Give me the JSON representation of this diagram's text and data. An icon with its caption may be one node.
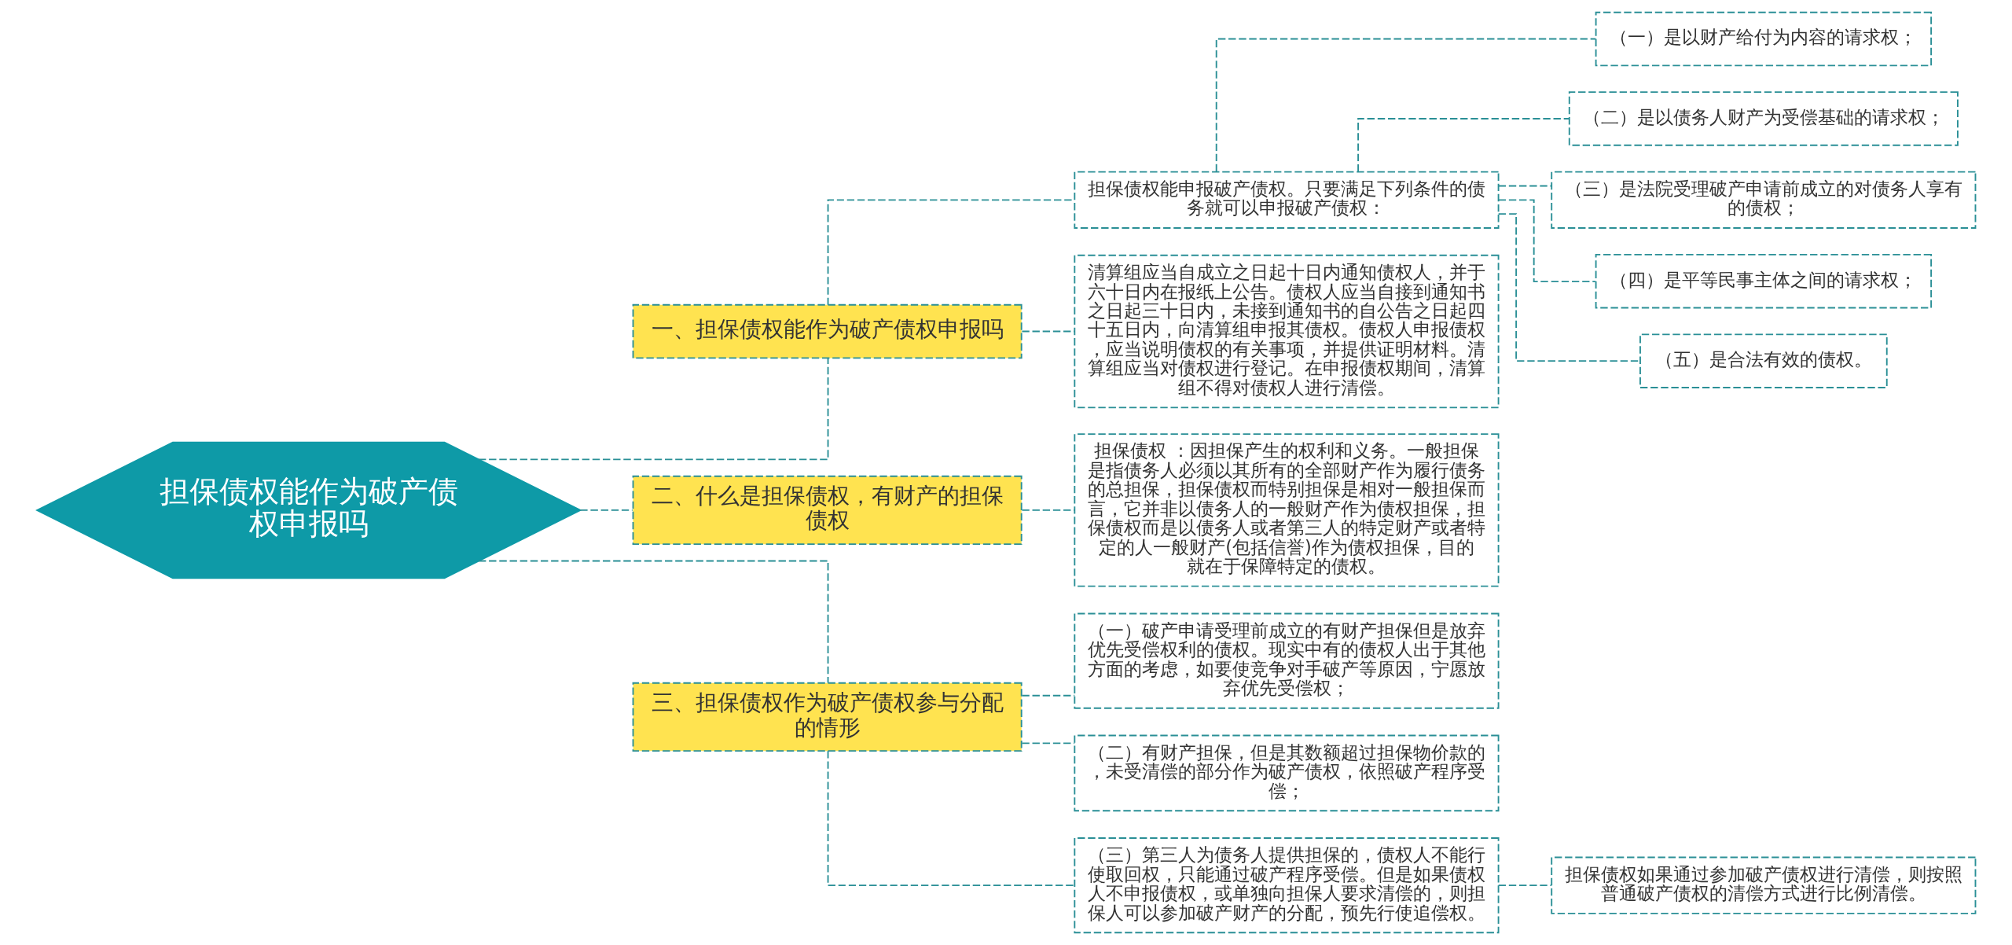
{
  "diagram": {
    "nodes": [
      {
        "text": [
          "担保债权能作为破产债权申报吗"
        ]
      },
      {
        "text": [
          "一、担保债权能作为破产债权申报吗"
        ]
      },
      {
        "text": [
          "担保债权能申报破产债权。只要满足下列条件的债务就可以申报破产债权："
        ]
      },
      {
        "text": [
          "（一）是以财产给付为内容的请求权；"
        ]
      },
      {
        "text": [
          "（二）是以债务人财产为受偿基础的请求权；"
        ]
      },
      {
        "text": [
          "（三）是法院受理破产申请前成立的对债务人享有的债权；"
        ]
      },
      {
        "text": [
          "（四）是平等民事主体之间的请求权；"
        ]
      },
      {
        "text": [
          "（五）是合法有效的债权。"
        ]
      },
      {
        "text": [
          "清算组应当自成立之日起十日内通知债权人，并于六十日内在报纸上公告。债权人应当自接到通知书之日起三十日内，未接到通知书的自公告之日起四十五日内，向清算组申报其债权。债权人申报债权，应当说明债权的有关事项，并提供证明材料。清算组应当对债权进行登记。在申报债权期间，清算组不得对债权人进行清偿。"
        ]
      },
      {
        "text": [
          "二、什么是担保债权，有财产的担保债权"
        ]
      },
      {
        "text": [
          "担保债权 ：因担保产生的权利和义务。一般担保是指债务人必须以其所有的全部财产作为履行债务的总担保，担保债权而特别担保是相对一般担保而言，它并非以债务人的一般财产作为债权担保，担保债权而是以债务人或者第三人的特定财产或者特定的人一般财产(包括信誉)作为债权担保，目的就在于保障特定的债权。"
        ]
      },
      {
        "text": [
          "三、担保债权作为破产债权参与分配的情形"
        ]
      },
      {
        "text": [
          "（一）破产申请受理前成立的有财产担保但是放弃优先受偿权利的债权。现实中有的债权人出于其他方面的考虑，如要使竞争对手破产等原因，宁愿放弃优先受偿权；"
        ]
      },
      {
        "text": [
          "（二）有财产担保，但是其数额超过担保物价款的，未受清偿的部分作为破产债权，依照破产程序受偿；"
        ]
      },
      {
        "text": [
          "（三）第三人为债务人提供担保的，债权人不能行使取回权，只能通过破产程序受偿。但是如果债权人不申报债权，或单独向担保人要求清偿的，则担保人可以参加破产财产的分配，预先行使追偿权。"
        ]
      },
      {
        "text": [
          "担保债权如果通过参加破产债权进行清偿，则按照普通破产债权的清偿方式进行比例清偿。"
        ]
      }
    ],
    "edges": [
      {
        "from": 0,
        "to": 1,
        "arrow": "none",
        "style": "dashed"
      },
      {
        "from": 1,
        "to": 2,
        "arrow": "none",
        "style": "dashed"
      },
      {
        "from": 2,
        "to": 3,
        "arrow": "none",
        "style": "dashed"
      },
      {
        "from": 2,
        "to": 4,
        "arrow": "none",
        "style": "dashed"
      },
      {
        "from": 2,
        "to": 5,
        "arrow": "none",
        "style": "dashed"
      },
      {
        "from": 2,
        "to": 6,
        "arrow": "none",
        "style": "dashed"
      },
      {
        "from": 2,
        "to": 7,
        "arrow": "none",
        "style": "dashed"
      },
      {
        "from": 1,
        "to": 8,
        "arrow": "none",
        "style": "dashed"
      },
      {
        "from": 0,
        "to": 9,
        "arrow": "none",
        "style": "dashed"
      },
      {
        "from": 9,
        "to": 10,
        "arrow": "none",
        "style": "dashed"
      },
      {
        "from": 0,
        "to": 11,
        "arrow": "none",
        "style": "dashed"
      },
      {
        "from": 11,
        "to": 12,
        "arrow": "none",
        "style": "dashed"
      },
      {
        "from": 11,
        "to": 13,
        "arrow": "none",
        "style": "dashed"
      },
      {
        "from": 11,
        "to": 14,
        "arrow": "none",
        "style": "dashed"
      },
      {
        "from": 14,
        "to": 15,
        "arrow": "none",
        "style": "dashed"
      }
    ]
  }
}
